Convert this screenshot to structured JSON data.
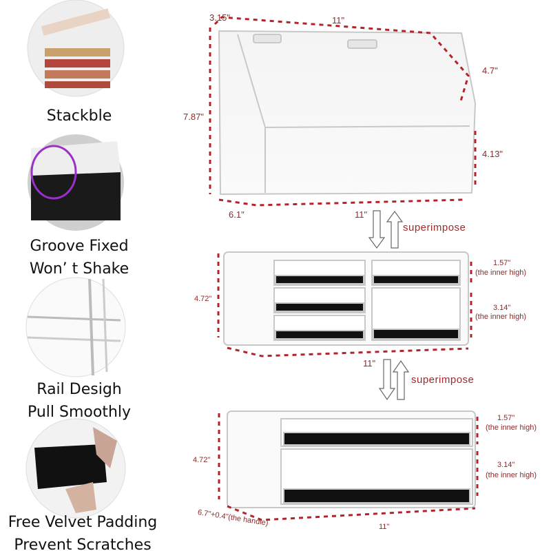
{
  "features": [
    {
      "lines": [
        "Stackble"
      ]
    },
    {
      "lines": [
        "Groove Fixed",
        "Won’ t Shake"
      ]
    },
    {
      "lines": [
        "Rail Desigh",
        "Pull Smoothly"
      ]
    },
    {
      "lines": [
        "Free Velvet Padding",
        "Prevent Scratches"
      ]
    }
  ],
  "lid": {
    "depth_top": "3.15\"",
    "width_top": "11\"",
    "slope": "4.7\"",
    "height": "7.87\"",
    "front_height": "4.13\"",
    "depth_bottom": "6.1\"",
    "width_bottom": "11\""
  },
  "superimpose_label": "superimpose",
  "middle": {
    "height": "4.72\"",
    "top_inner": "1.57\"",
    "bottom_inner": "3.14\"",
    "inner_note": "(the inner high)",
    "width": "11\""
  },
  "bottom": {
    "height": "4.72\"",
    "top_inner": "1.57\"",
    "bottom_inner": "3.14\"",
    "inner_note": "(the inner high)",
    "depth": "6.7\"+0.4\"(the handle)",
    "width": "11\""
  },
  "colors": {
    "dimension": "#8b2a2a",
    "dash": "#b3232b",
    "velvet": "#111111"
  }
}
